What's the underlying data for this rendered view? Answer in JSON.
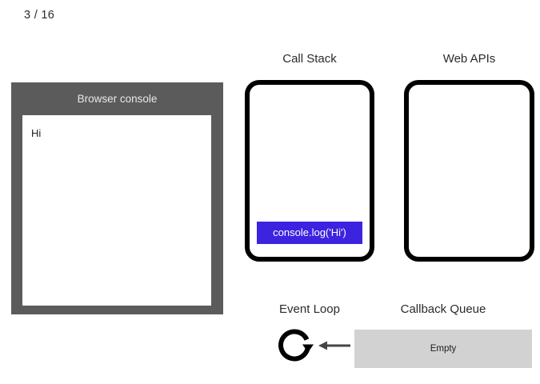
{
  "slide": {
    "counter": "3 / 16"
  },
  "console_panel": {
    "title": "Browser console",
    "lines": [
      "Hi"
    ],
    "header_color": "#5b5b5b",
    "screen_color": "#ffffff"
  },
  "call_stack": {
    "heading": "Call Stack",
    "frames": [
      {
        "label": "console.log('Hi')",
        "color": "#3c23e0",
        "text_color": "#ffffff"
      }
    ]
  },
  "web_apis": {
    "heading": "Web APIs",
    "items": []
  },
  "event_loop": {
    "heading": "Event Loop",
    "icon": "circular-loop-arrow-icon",
    "arrow_icon": "arrow-left-icon",
    "arrow_color": "#444444"
  },
  "callback_queue": {
    "heading": "Callback Queue",
    "status": "Empty",
    "box_color": "#d2d2d2"
  }
}
